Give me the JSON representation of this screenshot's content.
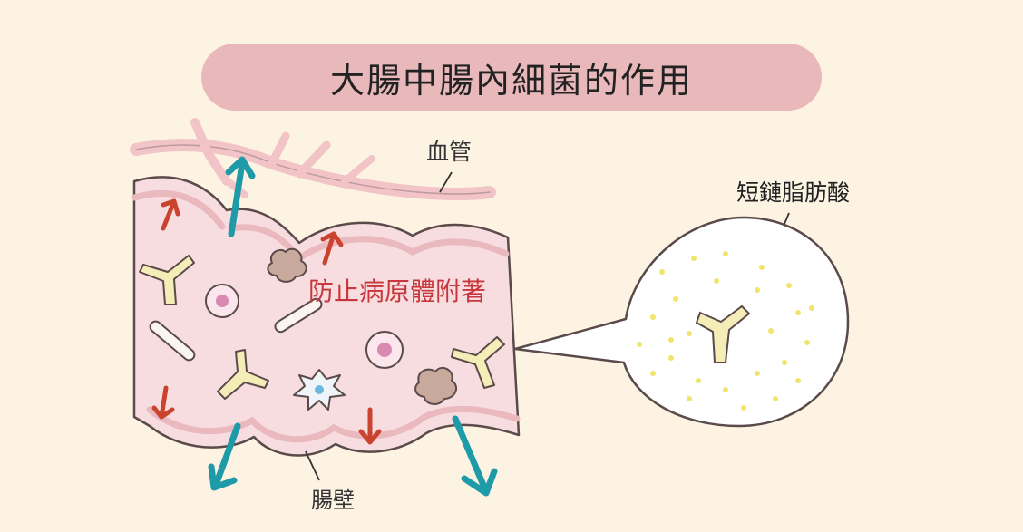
{
  "title": "大腸中腸內細菌的作用",
  "labels": {
    "blood_vessel": "血管",
    "intestinal_wall": "腸壁",
    "scfa": "短鏈脂肪酸",
    "prevent_pathogen": "防止病原體附著"
  },
  "colors": {
    "background": "#fdf3e3",
    "title_pill": "#e8b8bb",
    "intestine_fill": "#f7dde0",
    "vessel": "#f2c4c8",
    "red_arrow": "#c9432e",
    "teal_arrow": "#1f9aa8",
    "bacteria_yellow": "#f5edb8",
    "scfa_dot": "#f0e56a"
  }
}
